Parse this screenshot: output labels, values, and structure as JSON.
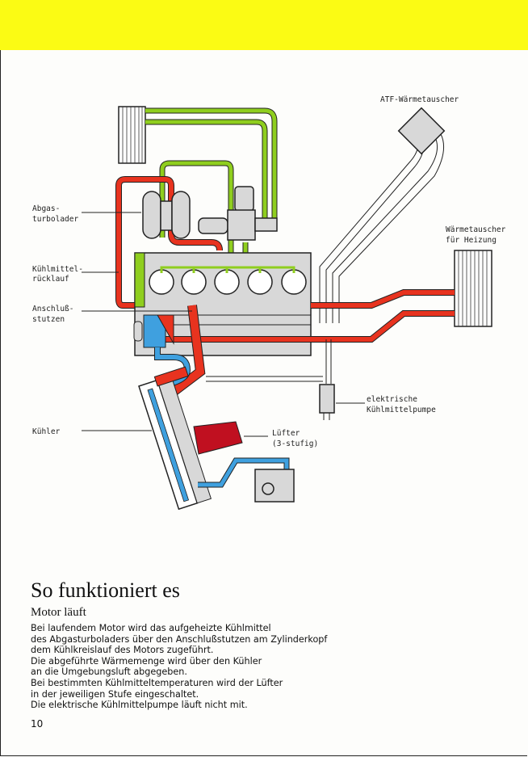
{
  "colors": {
    "band": "#fbfb14",
    "hot_coolant": "#e8331f",
    "oil_green": "#8fce1e",
    "cold_coolant": "#3fa0df",
    "fan_red": "#c01020",
    "component_gray": "#d8d8d8"
  },
  "diagram": {
    "labels": {
      "atf_heat_exchanger": "ATF-Wärmetauscher",
      "heater_exchanger_line1": "Wärmetauscher",
      "heater_exchanger_line2": "für Heizung",
      "turbocharger_line1": "Abgas-",
      "turbocharger_line2": "turbolader",
      "coolant_return_line1": "Kühlmittel-",
      "coolant_return_line2": "rücklauf",
      "connector_line1": "Anschluß-",
      "connector_line2": "stutzen",
      "electric_pump_line1": "elektrische",
      "electric_pump_line2": "Kühlmittelpumpe",
      "radiator": "Kühler",
      "fan_line1": "Lüfter",
      "fan_line2": "(3-stufig)"
    }
  },
  "text": {
    "title": "So funktioniert es",
    "subtitle": "Motor läuft",
    "paragraph_lines": [
      "Bei laufendem Motor wird das aufgeheizte Kühlmittel",
      "des Abgasturboladers über den Anschlußstutzen am Zylinderkopf",
      "dem Kühlkreislauf des Motors zugeführt.",
      "Die abgeführte Wärmemenge wird über den Kühler",
      "an die Umgebungsluft abgegeben.",
      "Bei bestimmten Kühlmitteltemperaturen wird der Lüfter",
      "in der jeweiligen Stufe eingeschaltet.",
      "Die elektrische Kühlmittelpumpe läuft nicht mit."
    ],
    "page_number": "10"
  }
}
